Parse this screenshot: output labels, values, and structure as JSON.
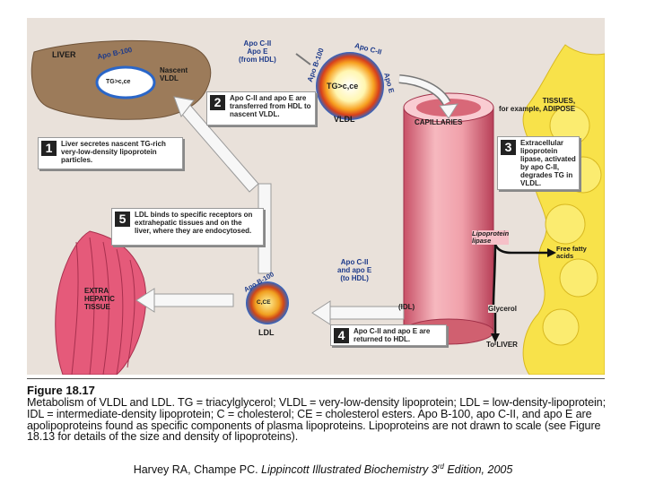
{
  "diagram": {
    "liver_label": "LIVER",
    "apo_b100_top": "Apo B-100",
    "tg_core_small": "TG>c,ce",
    "nascent_vldl": "Nascent\nVLDL",
    "apo_c2_e_from_hdl": "Apo C-II\nApo E\n(from HDL)",
    "vldl_apo_b100": "Apo B-100",
    "vldl_apo_c2": "Apo C-II",
    "vldl_apo_e": "Apo E",
    "tg_core_vldl": "TG>c,ce",
    "vldl_label": "VLDL",
    "capillaries_label": "CAPILLARIES",
    "tissues_label": "TISSUES,\nfor example, ADIPOSE",
    "lipoprotein_lipase": "Lipoprotein\nlipase",
    "free_fatty_acids": "Free fatty\nacids",
    "glycerol": "Glycerol",
    "to_liver": "To LIVER",
    "idl_label": "(IDL)",
    "apo_c2_e_to_hdl": "Apo C-II\nand apo E\n(to HDL)",
    "ldl_apo_b100": "Apo B-100",
    "ldl_core": "C,CE",
    "ldl_label": "LDL",
    "extrahepatic_tissue": "EXTRA\nHEPATIC\nTISSUE",
    "steps": [
      {
        "num": "1",
        "text": "Liver secretes nascent TG-rich very-low-density lipoprotein particles."
      },
      {
        "num": "2",
        "text": "Apo C-II and apo E are transferred from HDL to nascent VLDL."
      },
      {
        "num": "3",
        "text": "Extracellular lipoprotein lipase, activated by apo C-II, degrades TG in VLDL."
      },
      {
        "num": "4",
        "text": "Apo C-II and apo E are returned to HDL."
      },
      {
        "num": "5",
        "text": "LDL binds to specific receptors on extrahepatic tissues and on the liver, where they are endocytosed."
      }
    ]
  },
  "caption": {
    "title": "Figure 18.17",
    "body": "Metabolism of VLDL and LDL. TG = triacylglycerol; VLDL = very-low-density lipoprotein; LDL = low-density-lipoprotein; IDL = intermediate-density lipoprotein; C = cholesterol; CE = cholesterol esters. Apo B-100, apo C-II, and apo E are apolipoproteins found as specific components of plasma lipoproteins. Lipoproteins are not drawn to scale (see Figure 18.13 for details of the size and density of lipoproteins)."
  },
  "credit": {
    "authors": "Harvey RA, Champe PC.",
    "title": "Lippincott Illustrated Biochemistry 3",
    "sup": "rd",
    "rest": " Edition, 2005"
  }
}
